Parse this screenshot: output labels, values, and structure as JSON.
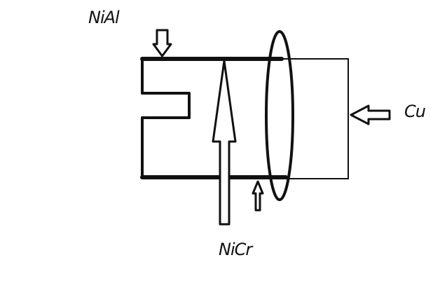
{
  "labels": {
    "top_left": "NiAl",
    "right": "Cu",
    "bottom": "NiCr"
  },
  "colors": {
    "stroke": "#111111",
    "background": "#ffffff"
  }
}
